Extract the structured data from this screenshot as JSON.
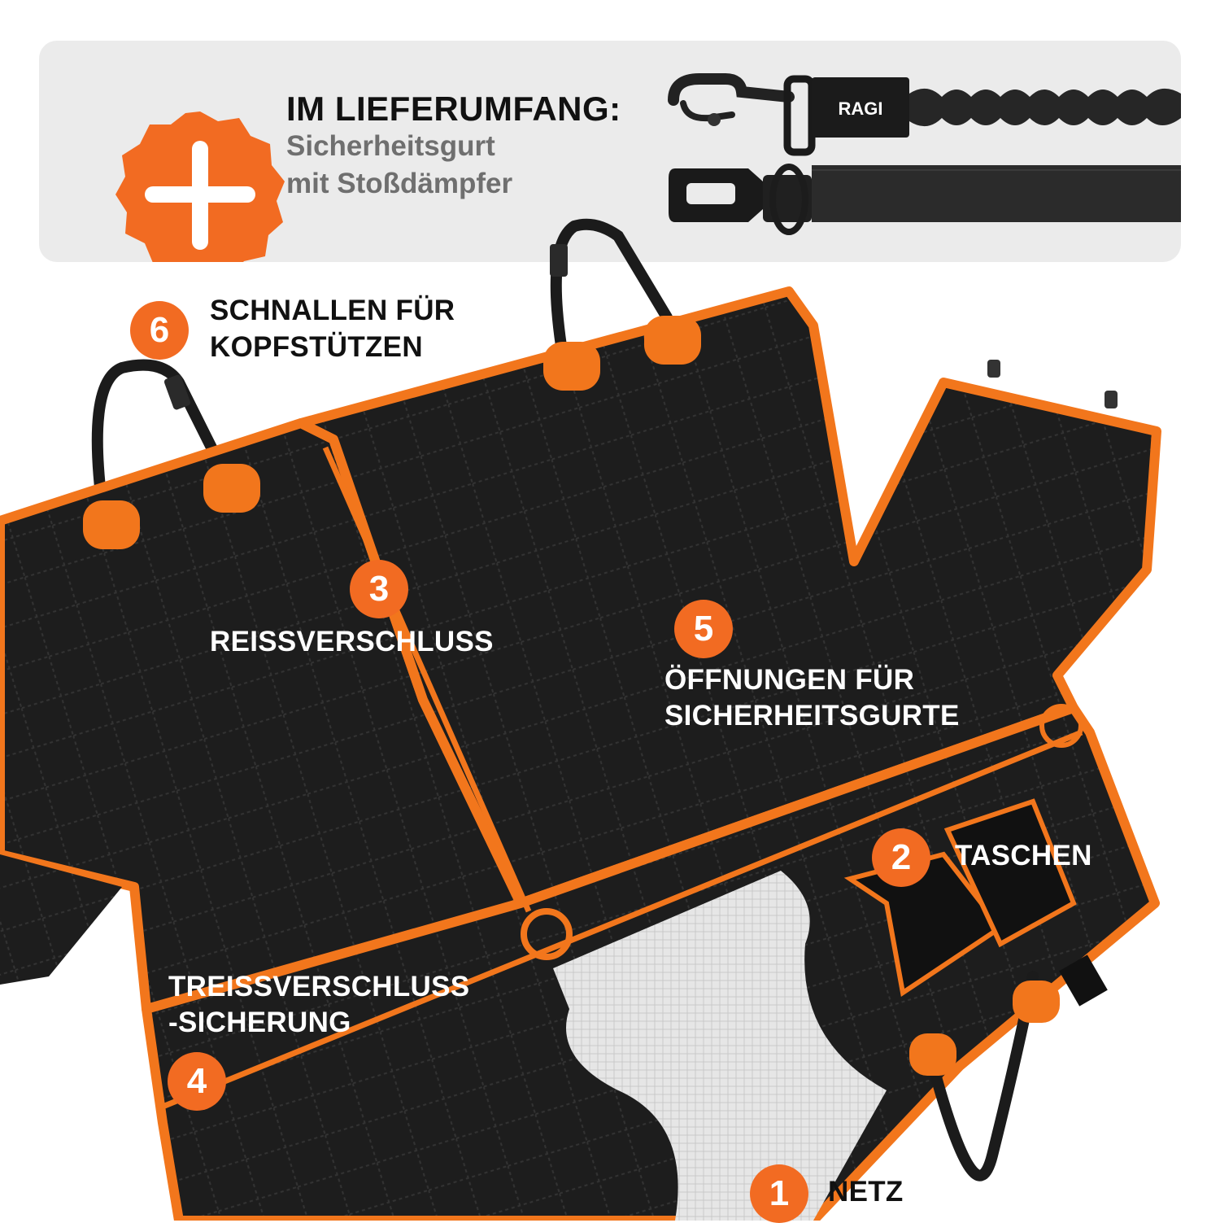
{
  "header": {
    "title": "IM LIEFERUMFANG:",
    "lines": [
      "Sicherheitsgurt",
      "mit Stoßdämpfer"
    ],
    "brand": "RAGI"
  },
  "features": [
    {
      "number": "6",
      "lines": [
        "SCHNALLEN FÜR",
        "KOPFSTÜTZEN"
      ]
    },
    {
      "number": "3",
      "lines": [
        "REISSVERSCHLUSS"
      ]
    },
    {
      "number": "5",
      "lines": [
        "ÖFFNUNGEN FÜR",
        "SICHERHEITSGURTE"
      ]
    },
    {
      "number": "2",
      "lines": [
        "TASCHEN"
      ]
    },
    {
      "number": "",
      "lines": [
        "TREISSVERSCHLUSS",
        "-SICHERUNG"
      ]
    },
    {
      "number": "4",
      "lines": []
    },
    {
      "number": "1",
      "lines": [
        "NETZ"
      ]
    }
  ],
  "colors": {
    "accent": "#f26b22",
    "fabric": "#1c1c1c",
    "banner": "#ebebeb",
    "mesh": "#dcdcdc"
  },
  "icons": [
    "plus-icon",
    "seat-belt-leash-image",
    "seat-cover-image"
  ]
}
